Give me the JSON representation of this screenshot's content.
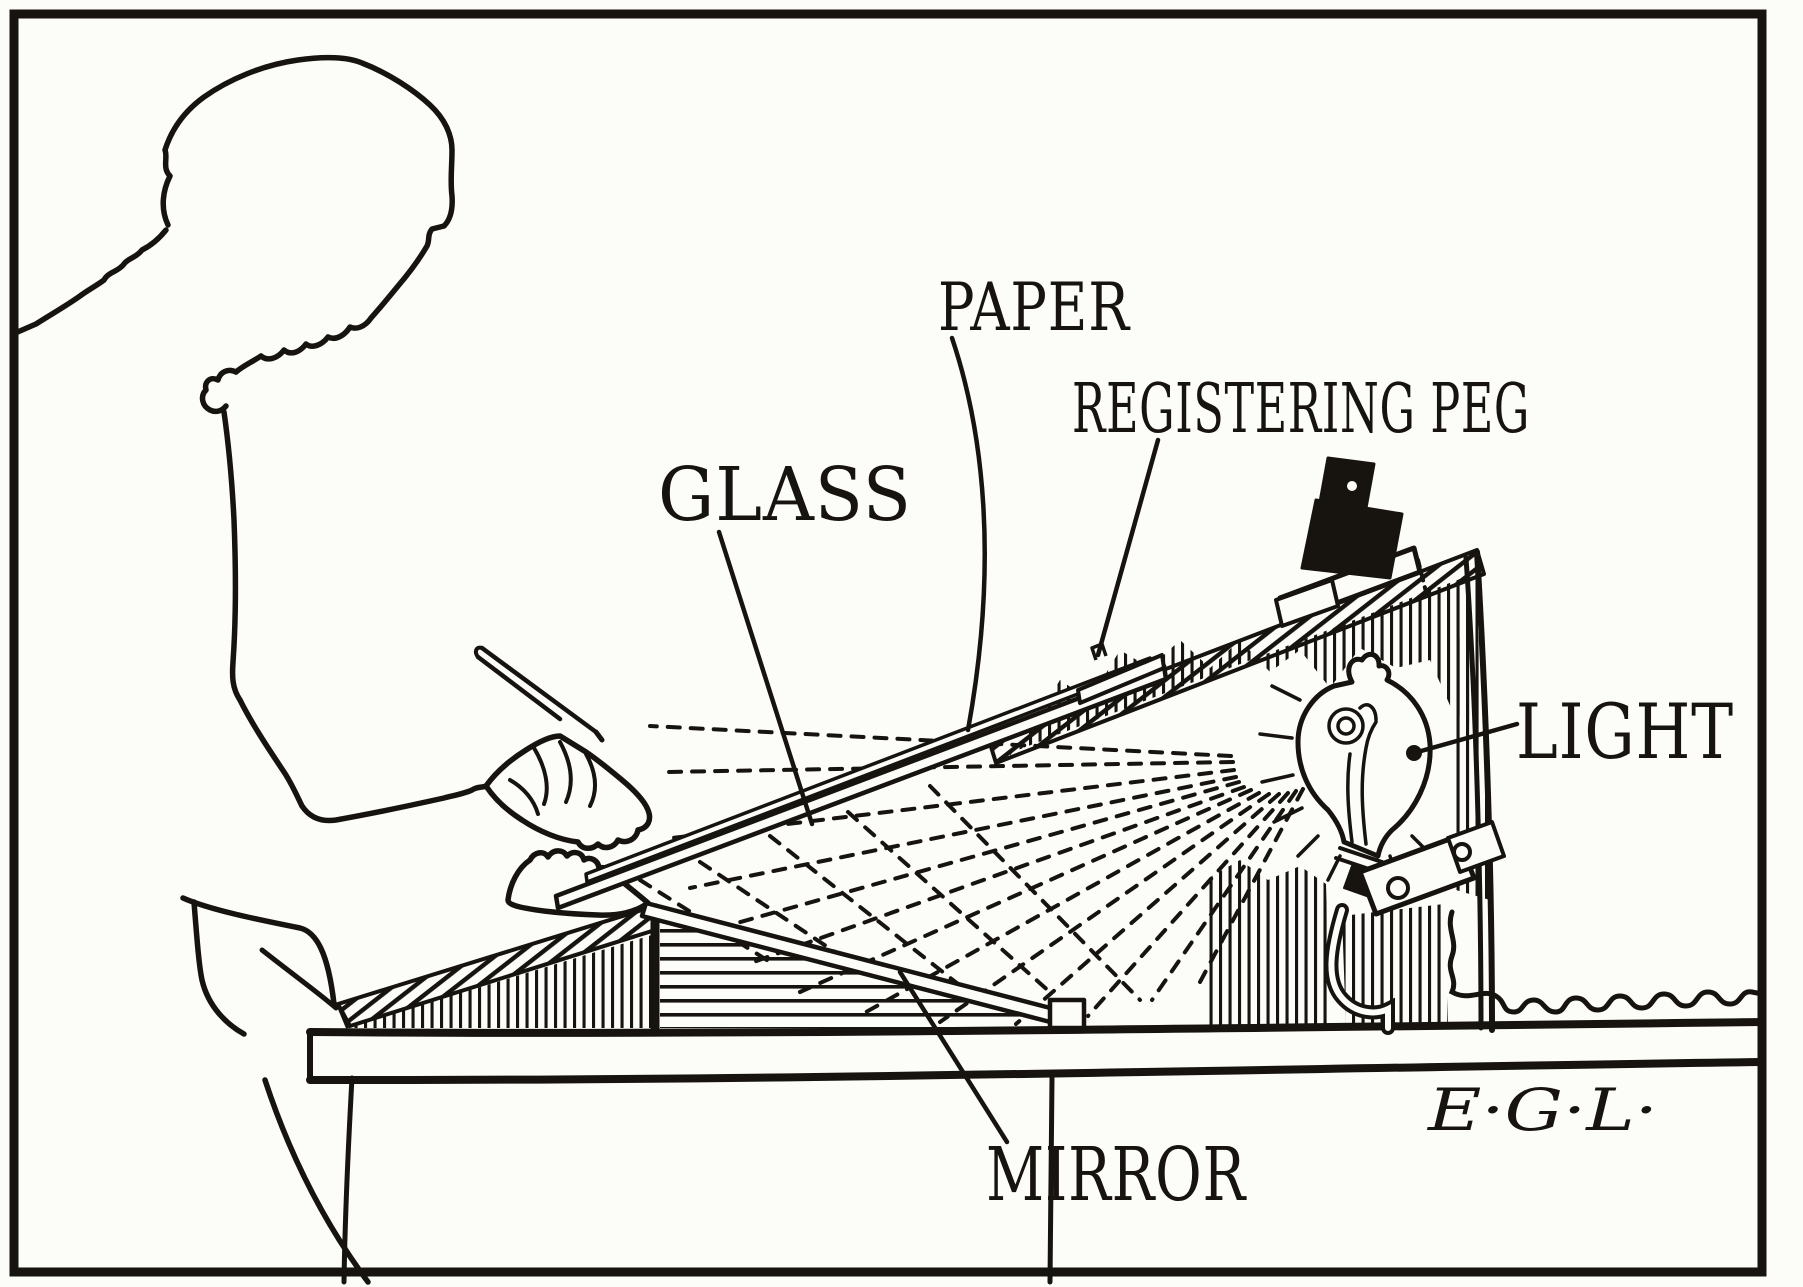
{
  "illustration": {
    "description": "Vintage line illustration of an artist tracing at an inclined light box",
    "ink_color": "#17140f",
    "paper_color": "#fcfcf9",
    "labels": {
      "paper": "PAPER",
      "registering_peg": "REGISTERING PEG",
      "glass": "GLASS",
      "light": "LIGHT",
      "mirror": "MIRROR"
    },
    "signature": "E·G·L·"
  }
}
